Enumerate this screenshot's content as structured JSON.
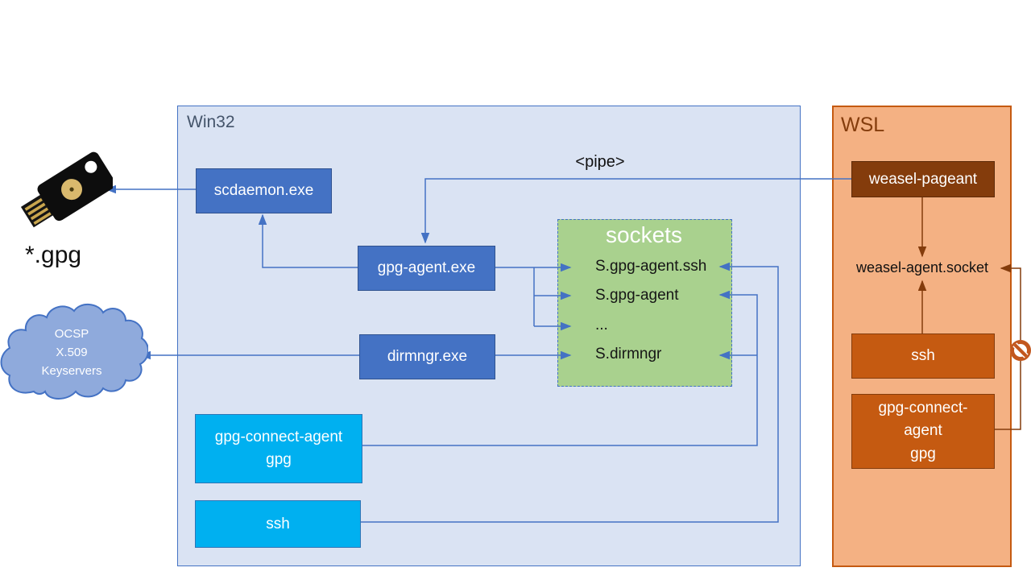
{
  "diagram": {
    "pipe_label": "<pipe>",
    "gpg_files_label": "*.gpg",
    "win32": {
      "label": "Win32",
      "scdaemon": "scdaemon.exe",
      "gpg_agent": "gpg-agent.exe",
      "dirmngr": "dirmngr.exe",
      "gpg_connect": {
        "line1": "gpg-connect-agent",
        "line2": "gpg"
      },
      "ssh": "ssh",
      "sockets": {
        "title": "sockets",
        "items": [
          "S.gpg-agent.ssh",
          "S.gpg-agent",
          "...",
          "S.dirmngr"
        ]
      }
    },
    "wsl": {
      "label": "WSL",
      "weasel_pageant": "weasel-pageant",
      "weasel_socket": "weasel-agent.socket",
      "ssh": "ssh",
      "gpg_connect": {
        "line1": "gpg-connect-",
        "line2": "agent",
        "line3": "gpg"
      }
    },
    "cloud": {
      "line1": "OCSP",
      "line2": "X.509",
      "line3": "Keyservers"
    },
    "colors": {
      "win32_bg": "#dae3f3",
      "win32_border": "#4472c4",
      "blue_node": "#4472c4",
      "cyan_node": "#00b0f0",
      "sockets_bg": "#a9d18e",
      "wsl_bg": "#f4b183",
      "wsl_border": "#c55a11",
      "wsl_dark_node": "#843c0c",
      "wsl_mid_node": "#c55a11",
      "blue_arrow": "#4472c4",
      "brown_arrow": "#843c0c",
      "cloud_fill": "#8faadc",
      "no_entry": "#c2571e"
    }
  }
}
